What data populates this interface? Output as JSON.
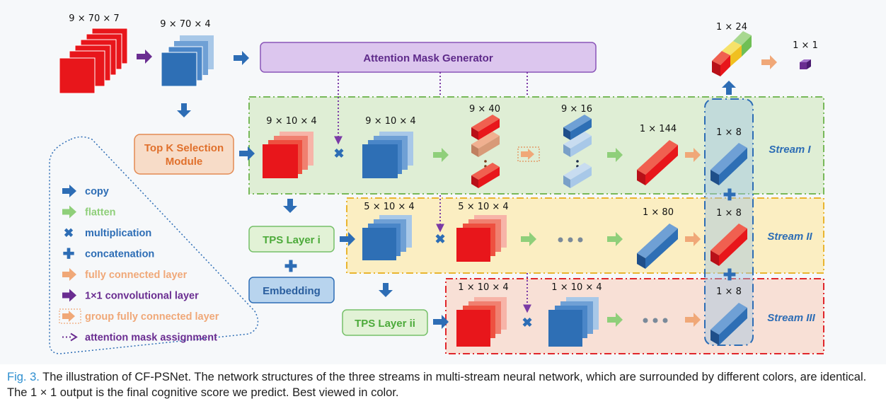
{
  "dims": {
    "input": "9 × 70 × 7",
    "conv_out": "9 × 70 × 4",
    "s1_in": "9 × 10 × 4",
    "s1_masked": "9 × 10 × 4",
    "s1_flat": "9 × 40",
    "s1_group": "9 × 16",
    "s1_concat": "1 × 144",
    "s1_out": "1 × 8",
    "s2_in": "5 × 10 × 4",
    "s2_masked": "5 × 10 × 4",
    "s2_concat": "1 × 80",
    "s2_out": "1 × 8",
    "s3_in": "1 × 10 × 4",
    "s3_masked": "1 × 10 × 4",
    "s3_out": "1 × 8",
    "concat_all": "1 × 24",
    "final": "1 × 1"
  },
  "modules": {
    "attention": "Attention Mask Generator",
    "topk_line1": "Top K Selection",
    "topk_line2": "Module",
    "tps1": "TPS Layer i",
    "embedding": "Embedding",
    "tps2": "TPS Layer ii"
  },
  "streams": [
    "Stream I",
    "Stream II",
    "Stream III"
  ],
  "legend": [
    {
      "label": "copy",
      "color": "#2d6db5"
    },
    {
      "label": "flatten",
      "color": "#8fcf7a"
    },
    {
      "label": "multiplication",
      "color": "#2d6db5"
    },
    {
      "label": "concatenation",
      "color": "#2d6db5"
    },
    {
      "label": "fully connected layer",
      "color": "#f0a878"
    },
    {
      "label": "1×1 convolutional layer",
      "color": "#6a2d91"
    },
    {
      "label": "group fully connected layer",
      "color": "#f0a878"
    },
    {
      "label": "attention mask assignment",
      "color": "#6a2d91"
    }
  ],
  "colors": {
    "red": "#e8161b",
    "blue": "#2e6fb5",
    "light_blue": "#a8c8e8",
    "purple": "#7a3aa5",
    "orange": "#e38a53",
    "green": "#76c069",
    "stream1_bg": "#dfeed5",
    "stream2_bg": "#fbeec2",
    "stream3_bg": "#f8e0d6"
  },
  "caption": {
    "fig": "Fig. 3.",
    "text": "The illustration of CF-PSNet. The network structures of the three streams in multi-stream neural network, which are surrounded by different colors, are identical. The 1 × 1 output is the final cognitive score we predict. Best viewed in color."
  }
}
